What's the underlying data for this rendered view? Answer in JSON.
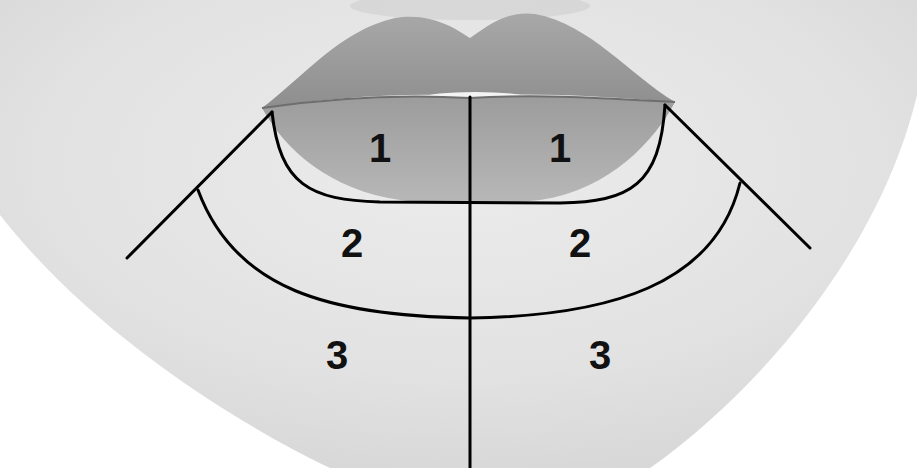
{
  "diagram": {
    "labels": [
      "1",
      "1",
      "2",
      "2",
      "3",
      "3"
    ]
  }
}
